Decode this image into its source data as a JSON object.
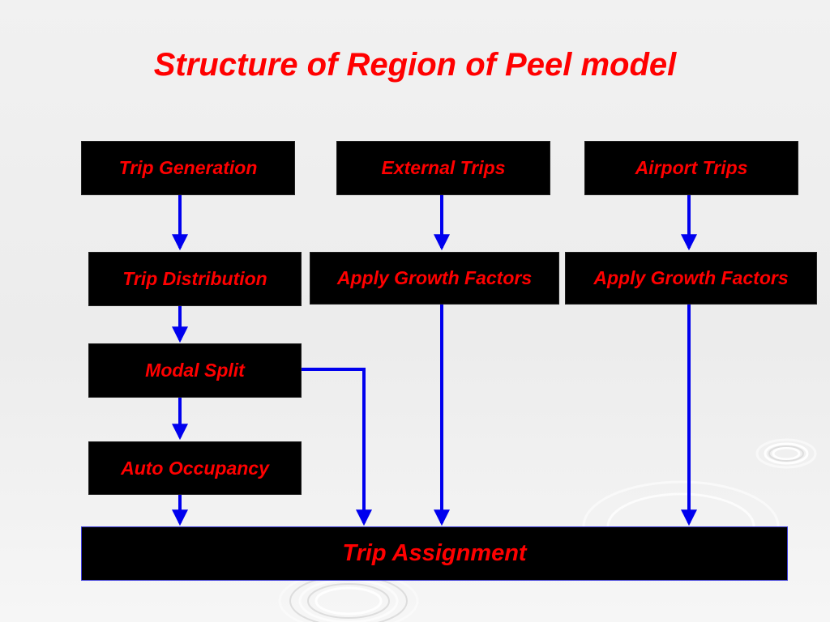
{
  "title": "Structure of Region of Peel model",
  "colors": {
    "text": "#ff0000",
    "box": "#000000",
    "arrow": "#0000ee",
    "background": "#eeeeee"
  },
  "nodes": {
    "trip_generation": "Trip Generation",
    "external_trips": "External Trips",
    "airport_trips": "Airport Trips",
    "trip_distribution": "Trip Distribution",
    "growth_external": "Apply Growth Factors",
    "growth_airport": "Apply Growth Factors",
    "modal_split": "Modal Split",
    "auto_occupancy": "Auto Occupancy",
    "trip_assignment": "Trip Assignment"
  },
  "edges": [
    {
      "from": "Trip Generation",
      "to": "Trip Distribution"
    },
    {
      "from": "Trip Distribution",
      "to": "Modal Split"
    },
    {
      "from": "Modal Split",
      "to": "Auto Occupancy"
    },
    {
      "from": "Auto Occupancy",
      "to": "Trip Assignment"
    },
    {
      "from": "Modal Split",
      "to": "Trip Assignment"
    },
    {
      "from": "External Trips",
      "to": "Apply Growth Factors"
    },
    {
      "from": "Apply Growth Factors",
      "to": "Trip Assignment"
    },
    {
      "from": "Airport Trips",
      "to": "Apply Growth Factors"
    },
    {
      "from": "Apply Growth Factors",
      "to": "Trip Assignment"
    }
  ]
}
